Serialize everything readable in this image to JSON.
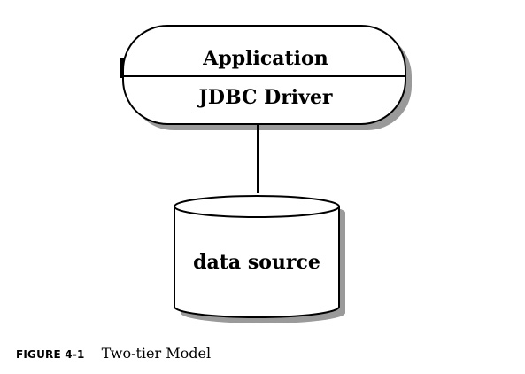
{
  "diagram": {
    "application_label": "Application",
    "driver_label": "JDBC Driver",
    "datasource_label": "data source"
  },
  "caption": {
    "number": "FIGURE 4-1",
    "title": "Two-tier Model"
  },
  "colors": {
    "stroke": "#000000",
    "shadow": "#9a9a9a",
    "fill": "#ffffff"
  }
}
